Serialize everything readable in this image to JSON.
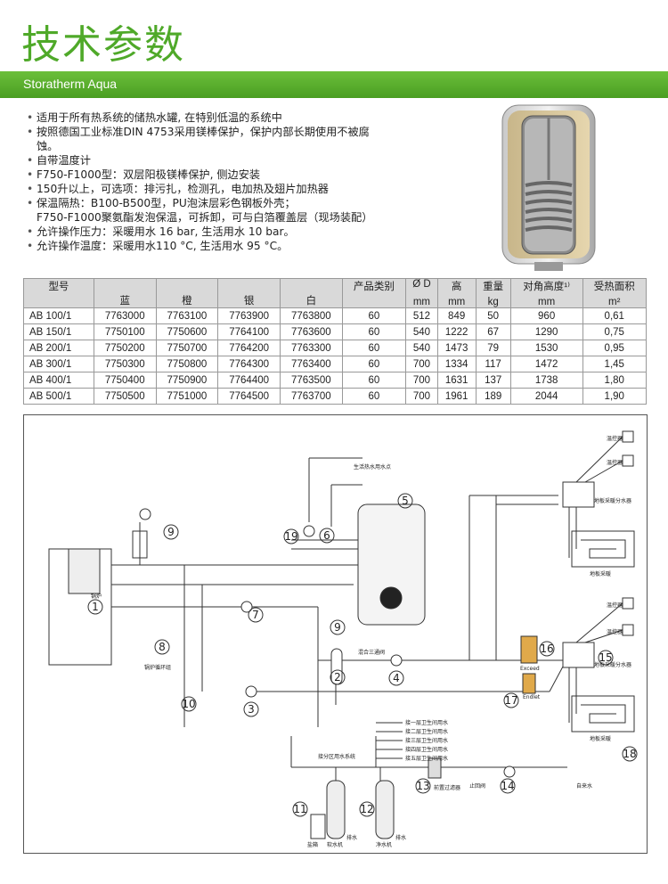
{
  "page": {
    "title": "技术参数",
    "banner": "Storatherm Aqua"
  },
  "features": [
    "适用于所有热系统的储热水罐, 在特别低温的系统中",
    "按照德国工业标准DIN 4753采用镁棒保护，保护内部长期使用不被腐",
    "蚀。",
    "自带温度计",
    "F750-F1000型：双层阳极镁棒保护, 侧边安装",
    "150升以上，可选项：排污扎，检测孔，电加热及翅片加热器",
    "保温隔热：B100-B500型，PU泡沫层彩色钢板外壳；",
    "F750-F1000聚氨酯发泡保温，可拆卸，可与白箔覆盖层（现场装配）",
    "允许操作压力：采暖用水 16 bar,      生活用水 10 bar。",
    "允许操作温度：采暖用水110 °C,      生活用水 95 °C。"
  ],
  "table": {
    "head1": [
      "型号",
      "",
      "",
      "",
      "",
      "产品类别",
      "Ø D",
      "高",
      "重量",
      "对角高度¹⁾",
      "受热面积"
    ],
    "head2": [
      "",
      "蓝",
      "橙",
      "银",
      "白",
      "",
      "mm",
      "mm",
      "kg",
      "mm",
      "m²"
    ],
    "rows": [
      [
        "AB 100/1",
        "7763000",
        "7763100",
        "7763900",
        "7763800",
        "60",
        "512",
        "849",
        "50",
        "960",
        "0,61"
      ],
      [
        "AB 150/1",
        "7750100",
        "7750600",
        "7764100",
        "7763600",
        "60",
        "540",
        "1222",
        "67",
        "1290",
        "0,75"
      ],
      [
        "AB 200/1",
        "7750200",
        "7750700",
        "7764200",
        "7763300",
        "60",
        "540",
        "1473",
        "79",
        "1530",
        "0,95"
      ],
      [
        "AB 300/1",
        "7750300",
        "7750800",
        "7764300",
        "7763400",
        "60",
        "700",
        "1334",
        "117",
        "1472",
        "1,45"
      ],
      [
        "AB 400/1",
        "7750400",
        "7750900",
        "7764400",
        "7763500",
        "60",
        "700",
        "1631",
        "137",
        "1738",
        "1,80"
      ],
      [
        "AB 500/1",
        "7750500",
        "7751000",
        "7764500",
        "7763700",
        "60",
        "700",
        "1961",
        "189",
        "2044",
        "1,90"
      ]
    ]
  },
  "diagram": {
    "labels": {
      "n1": "1",
      "n2": "2",
      "n3": "3",
      "n4": "4",
      "n5": "5",
      "n6": "6",
      "n7": "7",
      "n8": "8",
      "n9": "9",
      "n9b": "9",
      "n10": "10",
      "n11": "11",
      "n12": "12",
      "n13": "13",
      "n14": "14",
      "n15": "15",
      "n16": "16",
      "n17": "17",
      "n18": "18",
      "n19": "19",
      "boiler": "锅炉",
      "boiler_group": "锅炉循环组",
      "hot_water_out": "生活热水用水点",
      "mixing_valve": "混合三通阀",
      "thermostat1": "温控器",
      "thermostat2": "温控器",
      "thermostat3": "温控器",
      "thermostat4": "温控器",
      "manifold_top": "地板采暖分水器",
      "manifold_bottom": "地板采暖分水器",
      "floor_top": "地板采暖",
      "floor_bottom": "地板采暖",
      "zone_header": "接分区用水系统",
      "zone1": "接一层卫生间用水",
      "zone2": "接二层卫生间用水",
      "zone3": "接三层卫生间用水",
      "zone4": "接四层卫生间用水",
      "zone5": "接五层卫生间用水",
      "filter": "前置过滤器",
      "cold_water": "自来水",
      "valve_label": "止回阀",
      "softener": "软水机",
      "purifier": "净水机",
      "salt": "盐箱",
      "drain1": "排水",
      "drain2": "排水",
      "exceed": "Exceed",
      "endlet": "Endlet"
    }
  }
}
